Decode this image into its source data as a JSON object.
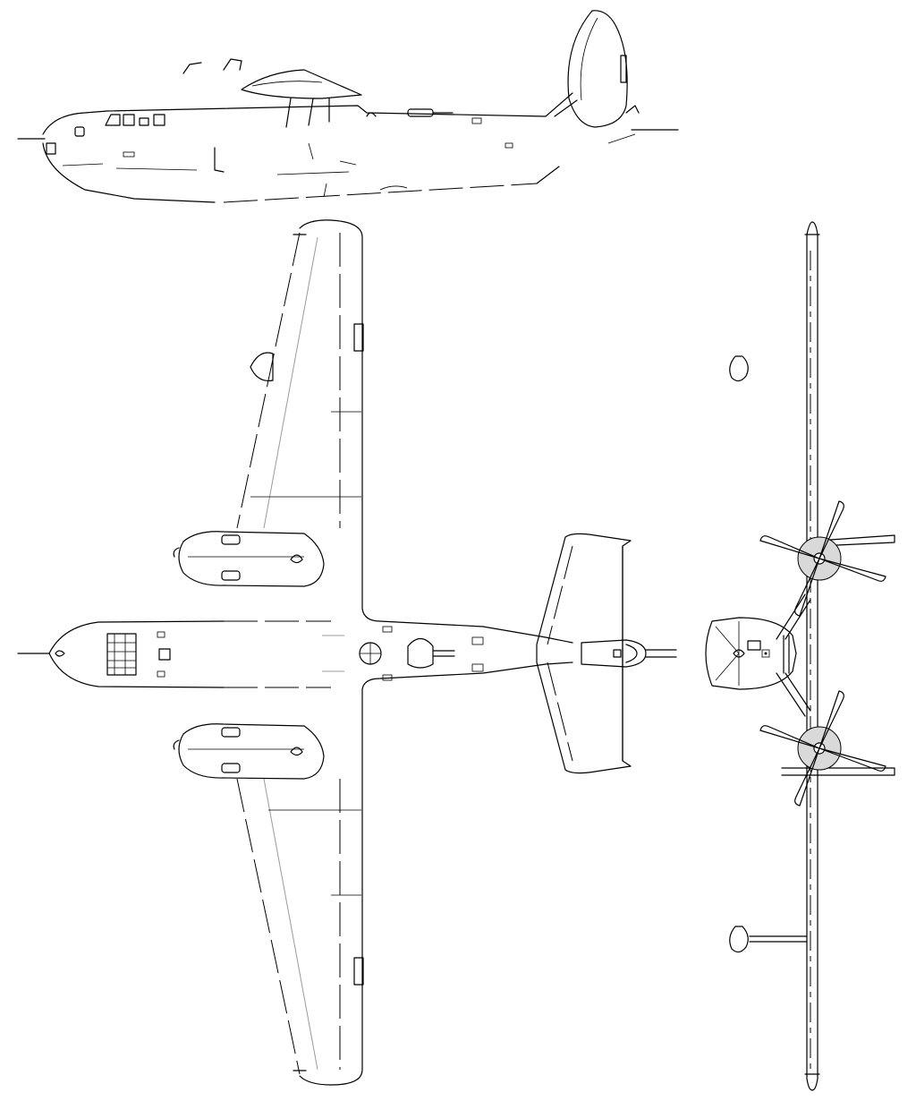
{
  "drawing": {
    "views": [
      "side",
      "top",
      "front"
    ]
  }
}
